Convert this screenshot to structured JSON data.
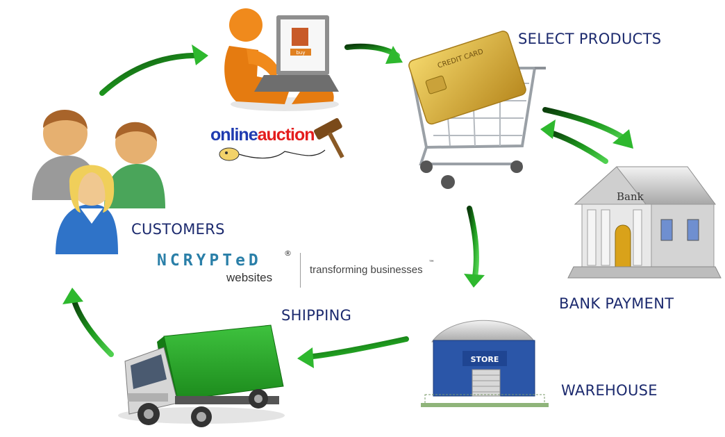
{
  "diagram": {
    "nodes": [
      {
        "id": "select_products",
        "label": "SELECT PRODUCTS",
        "icon": "shopping-cart-credit-card-icon"
      },
      {
        "id": "bank_payment",
        "label": "BANK PAYMENT",
        "icon": "bank-building-icon"
      },
      {
        "id": "warehouse",
        "label": "WAREHOUSE",
        "icon": "store-warehouse-icon"
      },
      {
        "id": "shipping",
        "label": "SHIPPING",
        "icon": "delivery-truck-icon"
      },
      {
        "id": "customers",
        "label": "CUSTOMERS",
        "icon": "customers-group-icon"
      },
      {
        "id": "online_auction",
        "label": "",
        "icon": "person-at-laptop-icon"
      }
    ],
    "edges": [
      {
        "from": "customers",
        "to": "online_auction"
      },
      {
        "from": "online_auction",
        "to": "select_products"
      },
      {
        "from": "select_products",
        "to": "bank_payment"
      },
      {
        "from": "bank_payment",
        "to": "select_products"
      },
      {
        "from": "select_products",
        "to": "warehouse"
      },
      {
        "from": "warehouse",
        "to": "shipping"
      },
      {
        "from": "shipping",
        "to": "customers"
      }
    ]
  },
  "auction_logo": {
    "part1": "online",
    "part2": "auction"
  },
  "laptop_screen_text": "buy",
  "credit_card_text": "CREDIT CARD",
  "bank_sign": "Bank",
  "store_sign": "STORE",
  "branding": {
    "mark": "NCRYPTeD",
    "registered": "®",
    "sub": "websites",
    "tagline": "transforming businesses",
    "trademark": "™"
  },
  "colors": {
    "label_text": "#1c2a6e",
    "arrow": "#1e9a1e",
    "truck_cargo": "#2fa52f",
    "store_blue": "#2b56a8",
    "person_orange": "#f08a1c",
    "auction_blue": "#1f3bb0",
    "auction_red": "#e41d1d",
    "brand_blue": "#2a7fa8"
  }
}
